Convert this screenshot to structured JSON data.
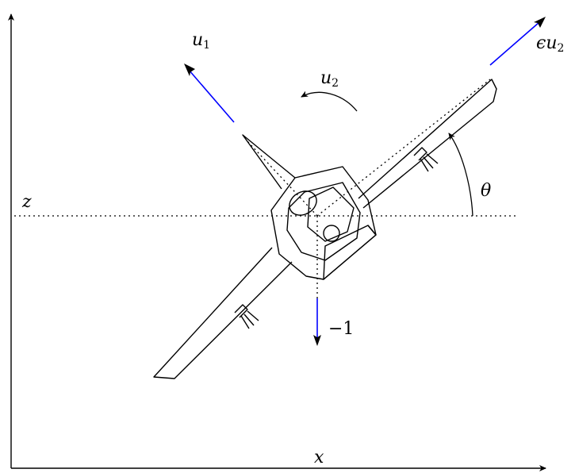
{
  "labels": {
    "u1": {
      "base": "u",
      "sub": "1"
    },
    "u2": {
      "base": "u",
      "sub": "2"
    },
    "eps_u2": {
      "prefix": "ϵ",
      "base": "u",
      "sub": "2"
    },
    "theta": "θ",
    "z_axis": "z",
    "x_axis": "x",
    "gravity": "−1"
  },
  "colors": {
    "control_vector": "#0000ff",
    "stroke": "#000000"
  }
}
